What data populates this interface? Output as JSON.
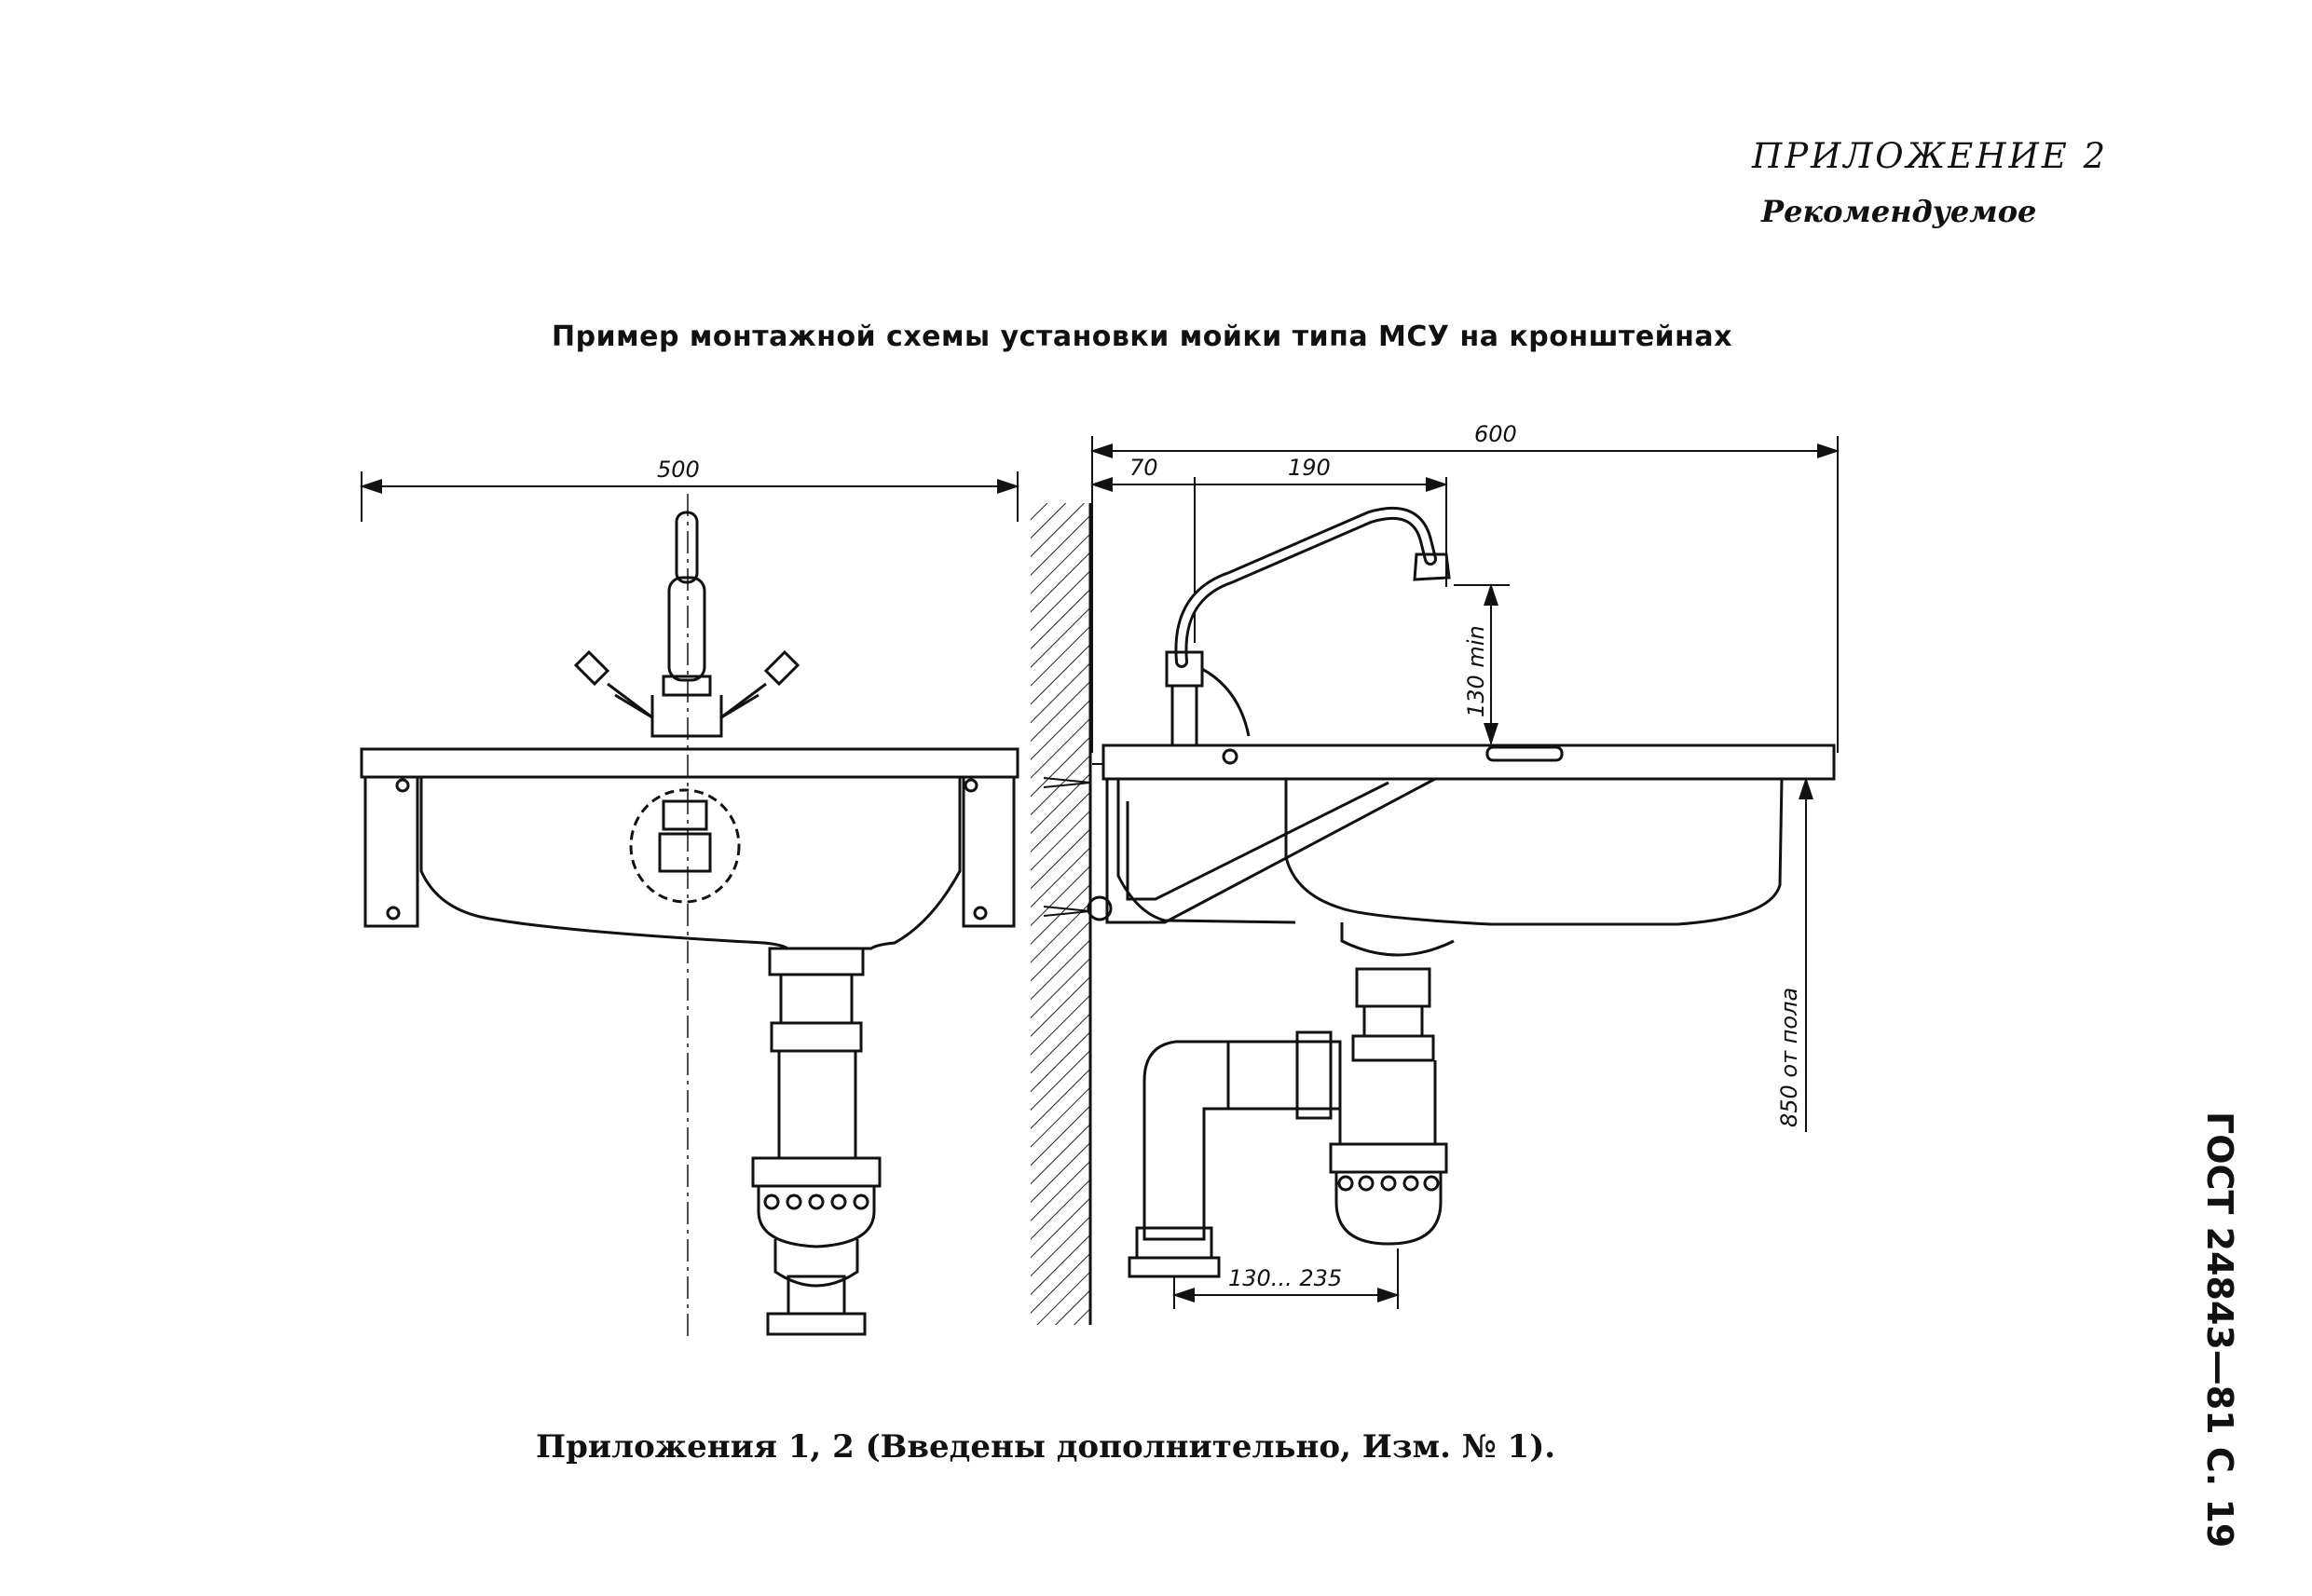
{
  "header": {
    "appendix": "ПРИЛОЖЕНИЕ 2",
    "status": "Рекомендуемое"
  },
  "figure": {
    "title": "Пример монтажной схемы установки мойки типа МСУ на кронштейнах",
    "dimensions": {
      "front_width": "500",
      "side_total": "600",
      "side_offset_1": "70",
      "side_offset_2": "190",
      "spout_height": "130 min",
      "floor_height": "850 от пола",
      "trap_range": "130... 235"
    }
  },
  "footnote": "Приложения 1, 2 (Введены дополнительно, Изм. № 1).",
  "side_margin": "ГОСТ 24843—81 С. 19"
}
